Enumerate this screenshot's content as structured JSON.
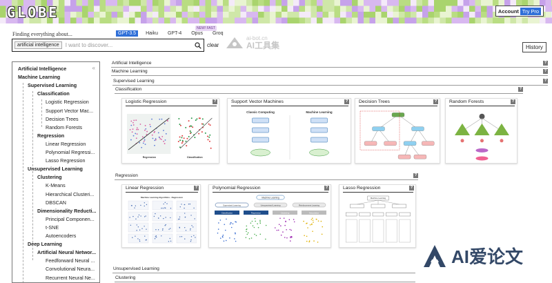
{
  "app": {
    "logo": "GLOBE",
    "account_label": "Account",
    "try_pro_label": "Try Pro",
    "banner_colors": [
      "#cfe7a8",
      "#b9dd82",
      "#e9f4d2",
      "#d8b8f0",
      "#c6a2ea",
      "#f4eaf9",
      "#a9d46d"
    ]
  },
  "search": {
    "finding_label": "Finding everything about...",
    "models": [
      "GPT-3.5",
      "Haiku",
      "GPT-4",
      "Opus",
      "Groq"
    ],
    "active_model": "GPT-3.5",
    "new_fast_badge": "NEW! FAST",
    "chip": "artificial intelligence",
    "placeholder": "I want to discover...",
    "clear_label": "clear",
    "history_label": "History"
  },
  "watermarks": {
    "top_small": "ai-bot.cn",
    "top_big": "AI工具集",
    "bottom": "AI爱论文"
  },
  "sidebar": {
    "items": [
      {
        "label": "Artificial Intelligence",
        "bold": true,
        "level": 0
      },
      {
        "label": "Machine Learning",
        "bold": true,
        "level": 0
      },
      {
        "label": "Supervised Learning",
        "bold": true,
        "level": 1
      },
      {
        "label": "Classification",
        "bold": true,
        "level": 2
      },
      {
        "label": "Logistic Regression",
        "bold": false,
        "level": 3
      },
      {
        "label": "Support Vector Mac...",
        "bold": false,
        "level": 3
      },
      {
        "label": "Decision Trees",
        "bold": false,
        "level": 3
      },
      {
        "label": "Random Forests",
        "bold": false,
        "level": 3
      },
      {
        "label": "Regression",
        "bold": true,
        "level": 2
      },
      {
        "label": "Linear Regression",
        "bold": false,
        "level": 3
      },
      {
        "label": "Polynomial Regressi...",
        "bold": false,
        "level": 3
      },
      {
        "label": "Lasso Regression",
        "bold": false,
        "level": 3
      },
      {
        "label": "Unsupervised Learning",
        "bold": true,
        "level": 1
      },
      {
        "label": "Clustering",
        "bold": true,
        "level": 2
      },
      {
        "label": "K-Means",
        "bold": false,
        "level": 3
      },
      {
        "label": "Hierarchical Clusteri...",
        "bold": false,
        "level": 3
      },
      {
        "label": "DBSCAN",
        "bold": false,
        "level": 3
      },
      {
        "label": "Dimensionality Reducti...",
        "bold": true,
        "level": 2
      },
      {
        "label": "Principal Componen...",
        "bold": false,
        "level": 3
      },
      {
        "label": "t-SNE",
        "bold": false,
        "level": 3
      },
      {
        "label": "Autoencoders",
        "bold": false,
        "level": 3
      },
      {
        "label": "Deep Learning",
        "bold": true,
        "level": 1
      },
      {
        "label": "Artificial Neural Networ...",
        "bold": true,
        "level": 2
      },
      {
        "label": "Feedforward Neural ...",
        "bold": false,
        "level": 3
      },
      {
        "label": "Convolutional Neura...",
        "bold": false,
        "level": 3
      },
      {
        "label": "Recurrent Neural Ne...",
        "bold": false,
        "level": 3
      }
    ]
  },
  "main": {
    "rows": [
      {
        "label": "Artificial Intelligence",
        "q": "?"
      },
      {
        "label": "Machine Learning",
        "q": "?"
      },
      {
        "label": "Supervised Learning",
        "q": "?"
      },
      {
        "label": "Classification",
        "q": "?"
      },
      {
        "label": "Regression",
        "q": "?"
      },
      {
        "label": "Unsupervised Learning",
        "q": "?"
      },
      {
        "label": "Clustering",
        "q": "?"
      }
    ],
    "classification_cards": [
      {
        "title": "Logistic Regression",
        "q": "?",
        "captions": [
          "Regression",
          "Classification"
        ]
      },
      {
        "title": "Support Vector Machines",
        "q": "?",
        "captions": [
          "Classic Computing",
          "Machine Learning"
        ]
      },
      {
        "title": "Decision Trees",
        "q": "?",
        "captions": []
      },
      {
        "title": "Random Forests",
        "q": "?",
        "captions": []
      }
    ],
    "regression_cards": [
      {
        "title": "Linear Regression",
        "q": "?",
        "captions": [
          "Machine Learning Algorithms - Regression"
        ]
      },
      {
        "title": "Polynomial Regression",
        "q": "?",
        "captions": [
          "Machine Learning",
          "Supervised Learning",
          "Unsupervised Learning",
          "Reinforcement Learning",
          "Classification",
          "Regression",
          "Clustering",
          "Association"
        ]
      },
      {
        "title": "Lasso Regression",
        "q": "?",
        "captions": [
          "Machine Learning"
        ]
      }
    ]
  }
}
